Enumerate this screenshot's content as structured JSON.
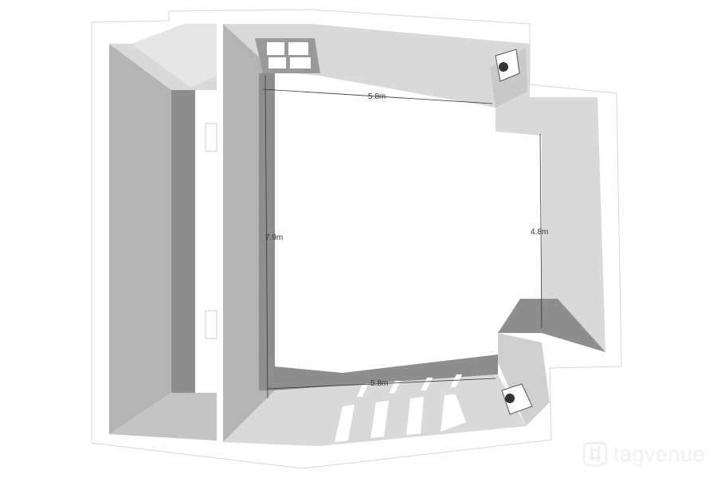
{
  "dimensions": {
    "top_width": "5.8m",
    "left_length": "7.9m",
    "right_width": "4.8m",
    "bottom_width": "5.8m"
  },
  "watermark": {
    "text": "tagvenue"
  },
  "colors": {
    "wall_dark": "#8e8e8e",
    "wall_mid": "#b4b4b4",
    "wall_light": "#d9d9d9",
    "floor": "#ffffff",
    "outline": "#d6d6d6"
  }
}
